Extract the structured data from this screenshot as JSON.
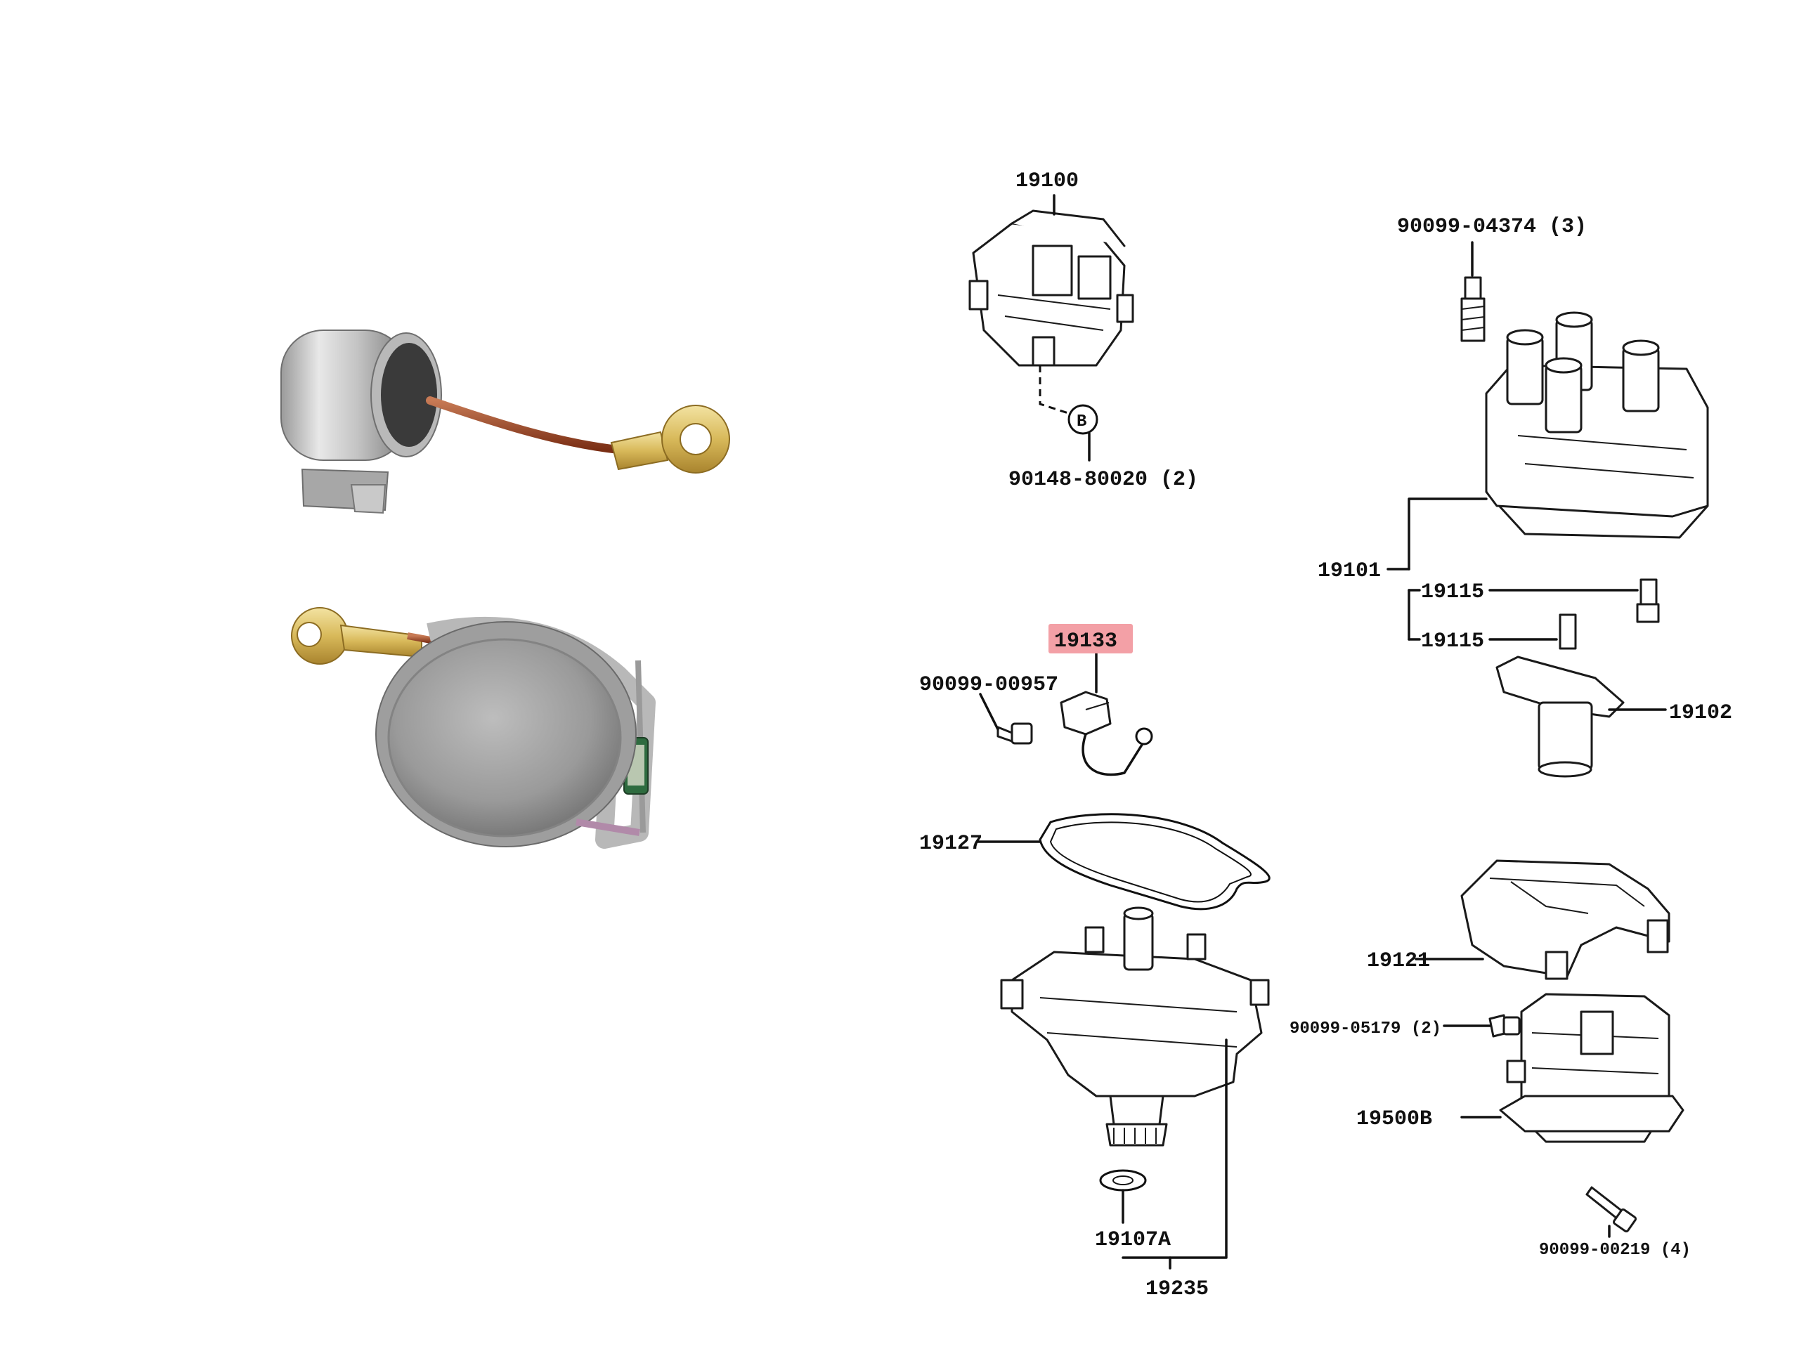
{
  "diagram": {
    "highlight_color": "#f3a0a6",
    "callouts": [
      {
        "id": "19100",
        "text": "19100"
      },
      {
        "id": "90148-80020",
        "text": "90148-80020 (2)"
      },
      {
        "id": "B",
        "text": "B"
      },
      {
        "id": "90099-04374",
        "text": "90099-04374 (3)"
      },
      {
        "id": "19101",
        "text": "19101"
      },
      {
        "id": "19115a",
        "text": "19115"
      },
      {
        "id": "19115b",
        "text": "19115"
      },
      {
        "id": "19102",
        "text": "19102"
      },
      {
        "id": "19133",
        "text": "19133",
        "highlighted": true
      },
      {
        "id": "90099-00957",
        "text": "90099-00957"
      },
      {
        "id": "19127",
        "text": "19127"
      },
      {
        "id": "19121",
        "text": "19121"
      },
      {
        "id": "90099-05179",
        "text": "90099-05179 (2)"
      },
      {
        "id": "19500B",
        "text": "19500B"
      },
      {
        "id": "90099-00219",
        "text": "90099-00219 (4)"
      },
      {
        "id": "19107A",
        "text": "19107A"
      },
      {
        "id": "19235",
        "text": "19235"
      }
    ]
  }
}
